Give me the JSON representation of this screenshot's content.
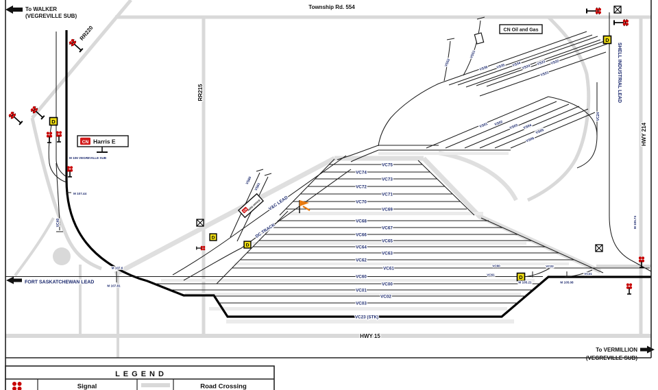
{
  "colors": {
    "signal_red": "#c80000",
    "d_box_yellow": "#f2e015",
    "road_gray": "#d9d9d9",
    "track_black": "#000000",
    "small_label_navy": "#1c2a6e",
    "cn_logo_red": "#d11919"
  },
  "icons": {
    "d_box_letter": "D",
    "signal": "signal-icon",
    "road_crossing_box": "road-crossing-icon",
    "flag": "orange-flag-icon"
  },
  "header": {
    "to_walker_line1": "To WALKER",
    "to_walker_line2": "(VEGREVILLE SUB)",
    "township_rd": "Township Rd. 554"
  },
  "exits": {
    "to_vermillion_line1": "To VERMILLION",
    "to_vermillion_line2": "(VEGREVILLE SUB)"
  },
  "roads": {
    "rr220": "RR220",
    "rr215": "RR215",
    "hwy_214": "HWY 214",
    "hwy_15": "HWY 15"
  },
  "leads": {
    "fort_saskatchewan": "FORT SASKATCHEWAN LEAD",
    "shell_industrial": "SHELL INDUSTRIAL LEAD",
    "vc_lead": "V&C LEAD",
    "dc_track": "DC TRACK"
  },
  "signs": {
    "harris": {
      "logo": "CN",
      "title": "Harris E",
      "milepost": "M 106 VEGREVILLE SUB"
    },
    "yard_office": {
      "logo": "CN",
      "title": "YARD OFFICE"
    },
    "oil_gas": {
      "title": "CN Oil and Gas"
    }
  },
  "yard_tracks": [
    {
      "label": "VC75"
    },
    {
      "label": "VC74"
    },
    {
      "label": "VC73"
    },
    {
      "label": "VC72"
    },
    {
      "label": "VC71"
    },
    {
      "label": "VC70"
    },
    {
      "label": "VC69"
    },
    {
      "label": "VC68"
    },
    {
      "label": "VC67"
    },
    {
      "label": "VC66"
    },
    {
      "label": "VC65"
    },
    {
      "label": "VC64"
    },
    {
      "label": "VC63"
    },
    {
      "label": "VC62"
    },
    {
      "label": "VC61"
    },
    {
      "label": "VC60"
    },
    {
      "label": "VC00"
    },
    {
      "label": "VC01"
    },
    {
      "label": "VC02"
    },
    {
      "label": "VC03"
    },
    {
      "label": "VC23 (STK)"
    }
  ],
  "vs_upper_fan": {
    "vs52": "VS52",
    "vs51": "VS51",
    "vs36": "VS36",
    "vs35": "VS35",
    "vs34": "VS34",
    "vs24": "VS24",
    "vs23": "VS23",
    "vs22": "VS22",
    "vs21": "VS21"
  },
  "vs_lower_fan": {
    "vs01": "VS01",
    "vs02": "VS02",
    "vs03": "VS03",
    "vs04": "VS04",
    "vs05": "VS05",
    "vs06": "VS06"
  },
  "spurs": {
    "vs60": "VS60",
    "vs61": "VS61"
  },
  "side_tracks": {
    "vc24": "VC24",
    "vc40": "VC40",
    "vc22": "VC22",
    "vc21": "VC21",
    "vc60": "VC60",
    "vc61": "VC61"
  },
  "mileposts": {
    "m107_44": "M 107.44",
    "m107_6": "M 107.6",
    "m107_81": "M 107.81",
    "m105_21": "M 105.21",
    "m105_08": "M 105.08",
    "m105_74": "M 105.74"
  },
  "legend": {
    "title": "LEGEND",
    "signal_label": "Signal",
    "road_crossing_label": "Road Crossing"
  }
}
